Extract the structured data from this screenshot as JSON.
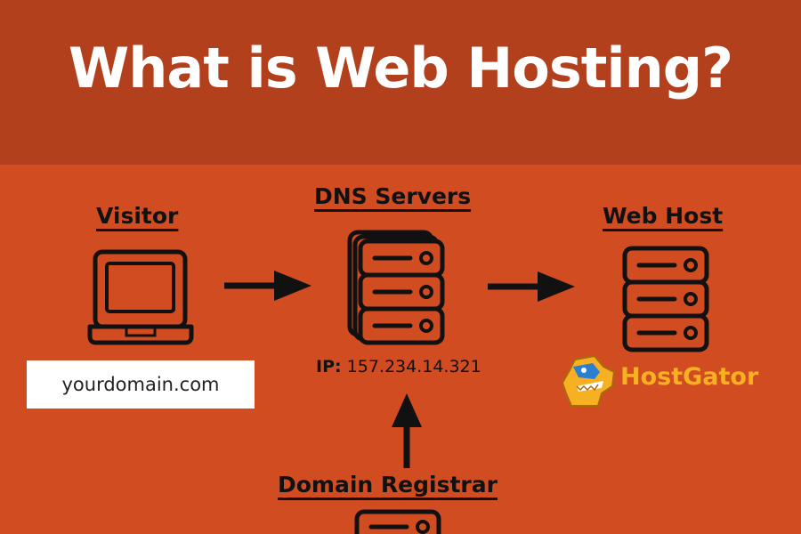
{
  "title": "What is Web Hosting?",
  "nodes": {
    "visitor": {
      "label": "Visitor",
      "domain": "yourdomain.com"
    },
    "dns": {
      "label": "DNS Servers",
      "ip_label": "IP:",
      "ip_value": "157.234.14.321"
    },
    "webhost": {
      "label": "Web Host",
      "brand": "HostGator"
    },
    "registrar": {
      "label": "Domain Registrar"
    }
  },
  "colors": {
    "background": "#d24c22",
    "header": "#b2401d",
    "title": "#ffffff",
    "ink": "#111111",
    "brand": "#f6b021"
  },
  "icons": [
    "laptop-icon",
    "server-stack-icon",
    "server-icon",
    "hostgator-logo-icon",
    "arrow-right-icon",
    "arrow-up-icon"
  ]
}
